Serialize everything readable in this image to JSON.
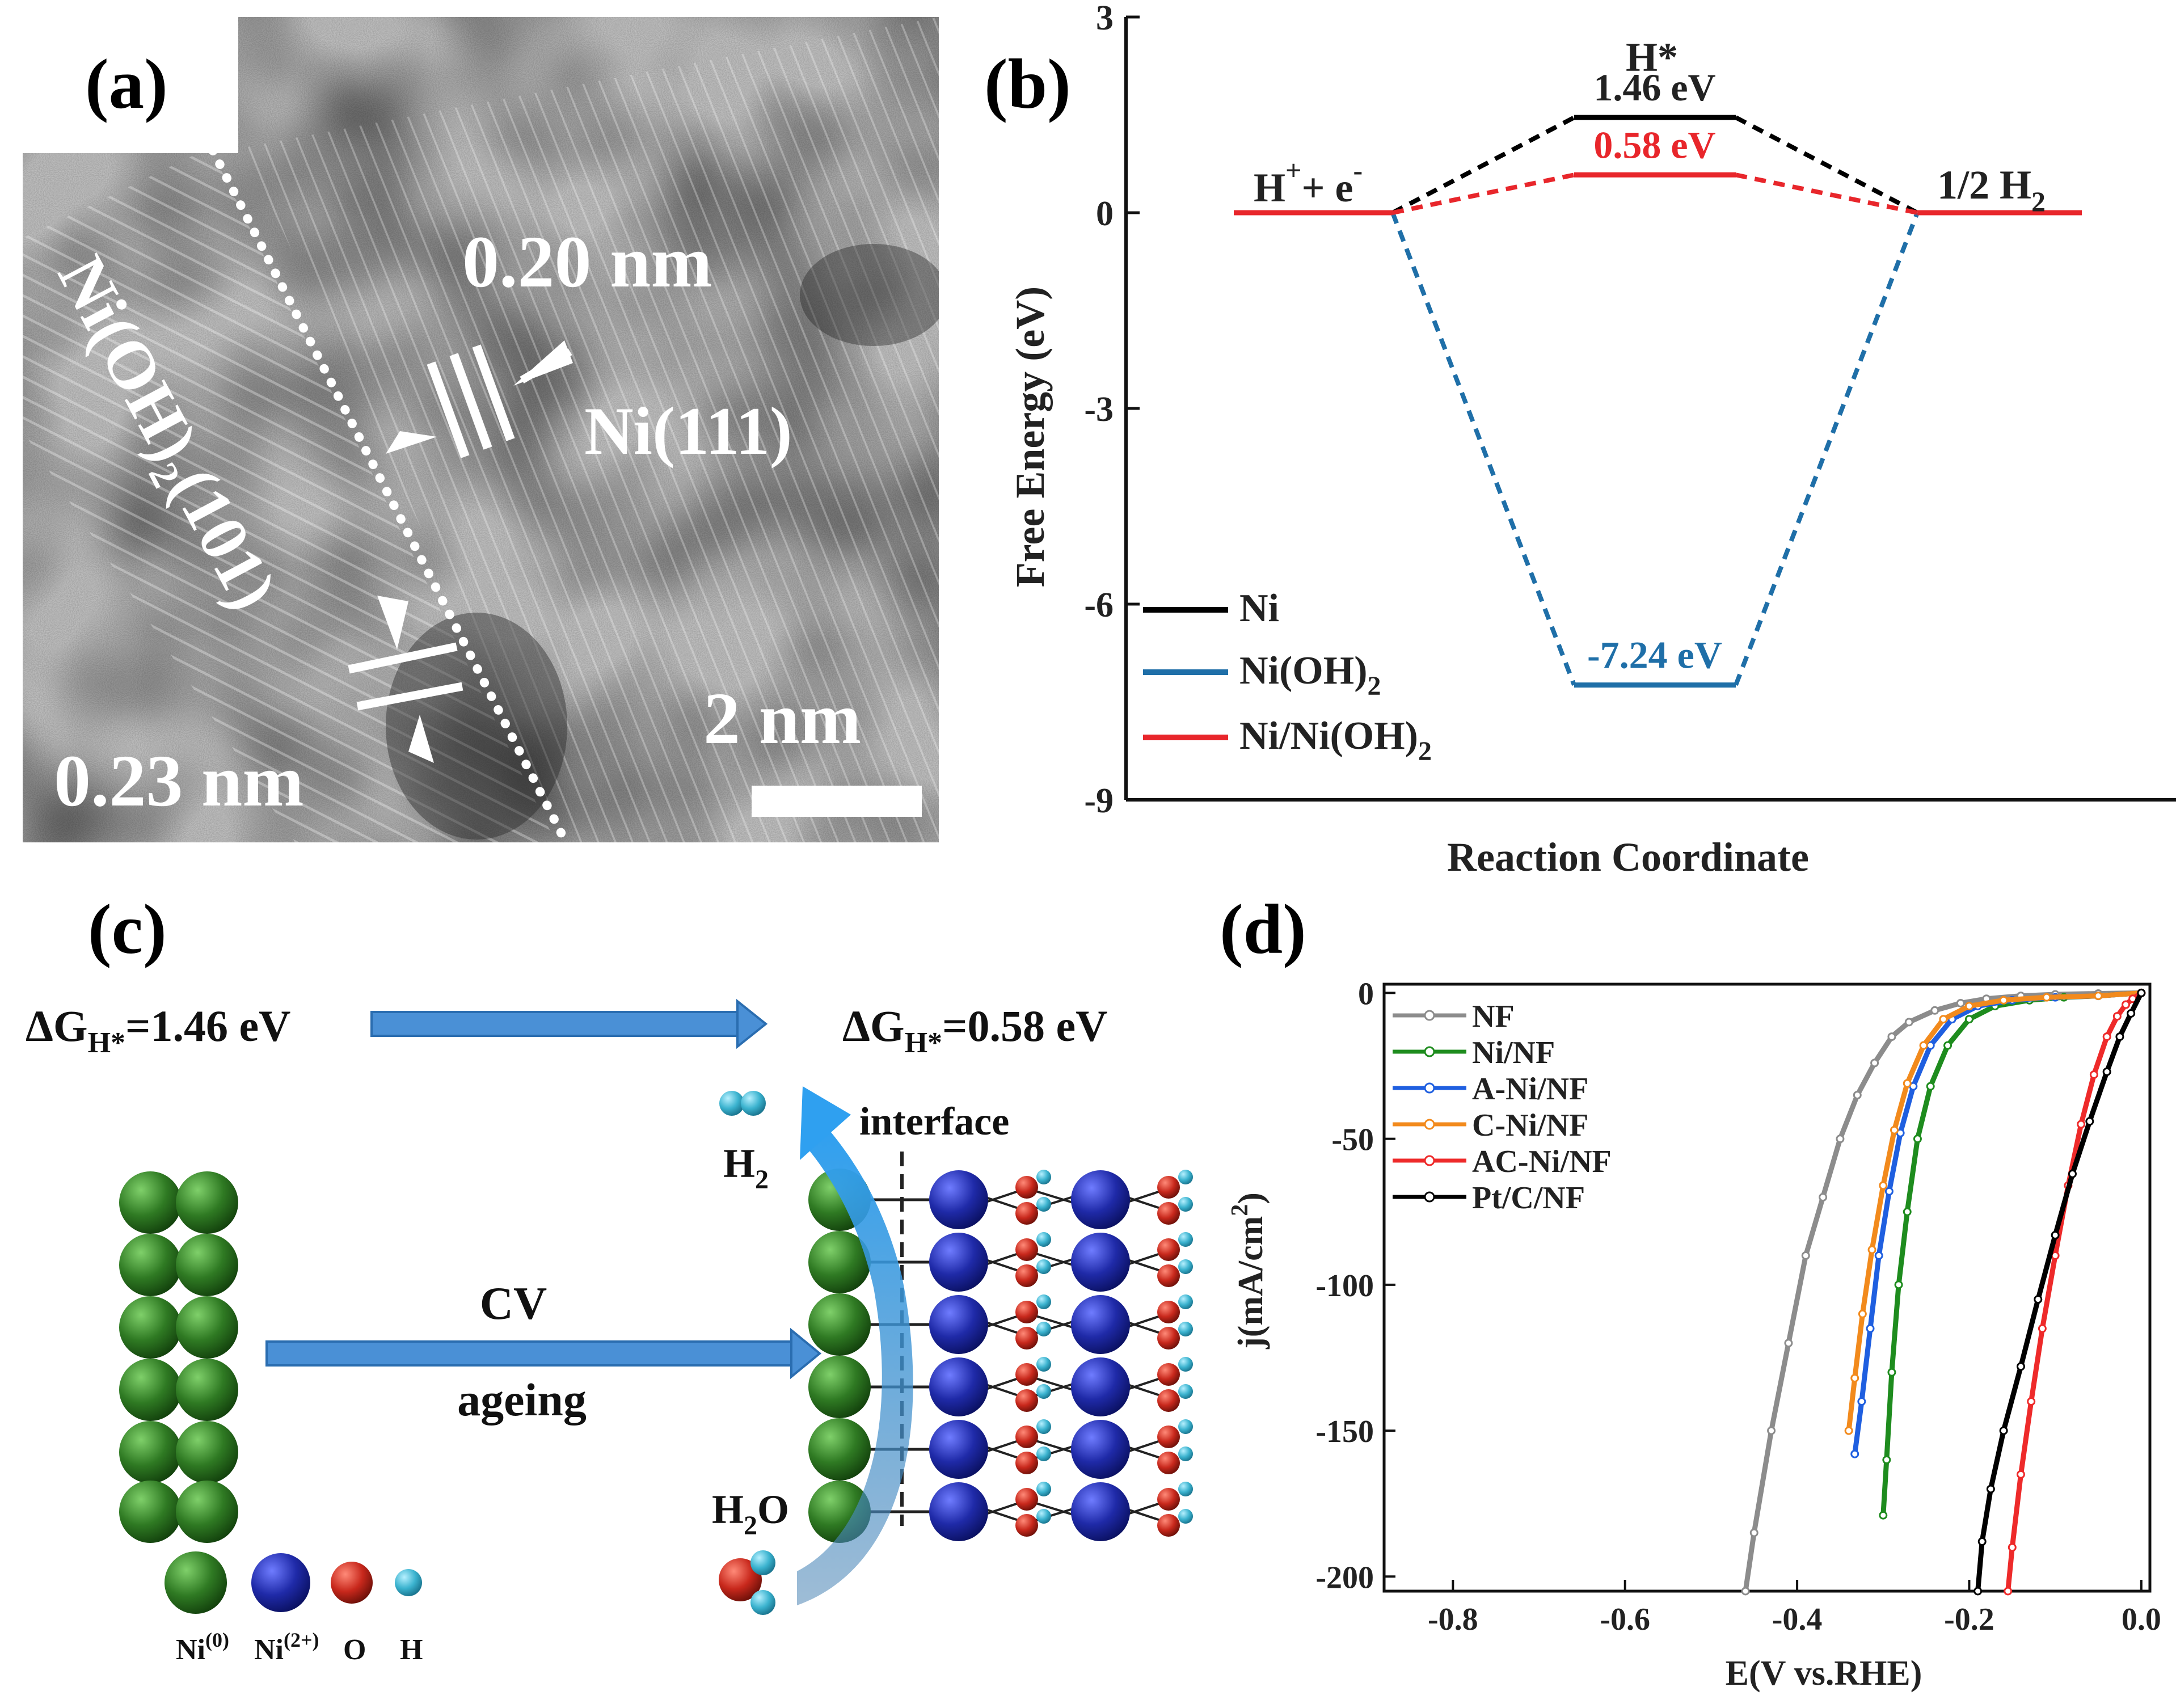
{
  "panels": {
    "a": {
      "label": "(a)",
      "spacing_ni": "0.20 nm",
      "plane_ni": "Ni(111)",
      "plane_niooh": "Ni(OH)₂(101)",
      "spacing_niooh": "0.23 nm",
      "scalebar": "2 nm"
    },
    "b": {
      "label": "(b)"
    },
    "c": {
      "label": "(c)",
      "dg_left_main": "ΔG",
      "dg_left_sub": "H*",
      "dg_left_val": "=1.46 eV",
      "dg_right_main": "ΔG",
      "dg_right_sub": "H*",
      "dg_right_val": "=0.58 eV",
      "interface": "interface",
      "h2_main": "H",
      "h2_sub": "2",
      "h2o_main": "H",
      "h2o_sub": "2",
      "h2o_end": "O",
      "cv": "CV",
      "ageing": "ageing",
      "legend_ni0_main": "Ni",
      "legend_ni0_sup": "(0)",
      "legend_ni2_main": "Ni",
      "legend_ni2_sup": "(2+)",
      "legend_o": "O",
      "legend_h": "H",
      "colors": {
        "ni0": "#2f7a23",
        "ni2": "#1f2aa8",
        "o": "#c8281c",
        "h": "#3bb3cf",
        "arrow": "#4a90d6"
      }
    },
    "d": {
      "label": "(d)"
    }
  },
  "chart_data": [
    {
      "panel": "b",
      "type": "line",
      "xlabel": "Reaction Coordinate",
      "ylabel": "Free Energy (eV)",
      "ylim": [
        -9,
        3
      ],
      "yticks": [
        "3",
        "0",
        "-3",
        "-6",
        "-9"
      ],
      "states": [
        "H⁺ + e⁻",
        "H*",
        "1/2 H₂"
      ],
      "state_labels": {
        "left_main": "H",
        "left_sup1": "+",
        "left_mid": "+ e",
        "left_sup2": "-",
        "top": "H*",
        "right_main": "1/2 H",
        "right_sub": "2"
      },
      "series": [
        {
          "name": "Ni",
          "color": "#000000",
          "values": [
            0,
            1.46,
            0
          ],
          "annotation": "1.46 eV"
        },
        {
          "name": "Ni(OH)₂",
          "color": "#1f6fa8",
          "values": [
            0,
            -7.24,
            0
          ],
          "annotation": "-7.24 eV"
        },
        {
          "name": "Ni/Ni(OH)₂",
          "color": "#e8262b",
          "values": [
            0,
            0.58,
            0
          ],
          "annotation": "0.58 eV"
        }
      ],
      "legend": [
        {
          "main": "Ni",
          "sub": "",
          "end": ""
        },
        {
          "main": "Ni(OH)",
          "sub": "2",
          "end": ""
        },
        {
          "main": "Ni/Ni(OH)",
          "sub": "2",
          "end": ""
        }
      ],
      "legend_position": "bottom-left"
    },
    {
      "panel": "d",
      "type": "line",
      "xlabel": "E(V vs.RHE)",
      "ylabel_main": "j(mA/cm",
      "ylabel_sup": "2",
      "ylabel_end": ")",
      "xlim": [
        -0.88,
        0.01
      ],
      "ylim": [
        -205,
        3
      ],
      "xticks": [
        -0.8,
        -0.6,
        -0.4,
        -0.2,
        0.0
      ],
      "xtick_labels": [
        "-0.8",
        "-0.6",
        "-0.4",
        "-0.2",
        "0.0"
      ],
      "yticks": [
        0,
        -50,
        -100,
        -150,
        -200
      ],
      "ytick_labels": [
        "0",
        "-50",
        "-100",
        "-150",
        "-200"
      ],
      "legend_position": "top-left",
      "series": [
        {
          "name": "NF",
          "color": "#8c8c8c",
          "marker": "circle",
          "x": [
            -0.46,
            -0.45,
            -0.43,
            -0.41,
            -0.39,
            -0.37,
            -0.35,
            -0.33,
            -0.31,
            -0.29,
            -0.27,
            -0.24,
            -0.21,
            -0.18,
            -0.14,
            -0.1,
            -0.05,
            0.0
          ],
          "y": [
            -205,
            -185,
            -150,
            -120,
            -90,
            -70,
            -50,
            -35,
            -24,
            -15,
            -10,
            -6,
            -3.5,
            -2,
            -1,
            -0.5,
            -0.2,
            0
          ]
        },
        {
          "name": "Ni/NF",
          "color": "#1e8c1e",
          "marker": "circle",
          "x": [
            -0.3,
            -0.296,
            -0.29,
            -0.282,
            -0.272,
            -0.26,
            -0.245,
            -0.225,
            -0.2,
            -0.17,
            -0.13,
            -0.09,
            -0.05,
            0.0
          ],
          "y": [
            -179,
            -160,
            -130,
            -100,
            -75,
            -50,
            -32,
            -18,
            -9,
            -4.5,
            -2.5,
            -1.5,
            -1,
            0
          ]
        },
        {
          "name": "A-Ni/NF",
          "color": "#1f5fe0",
          "marker": "circle",
          "x": [
            -0.333,
            -0.325,
            -0.315,
            -0.305,
            -0.293,
            -0.28,
            -0.265,
            -0.245,
            -0.22,
            -0.19,
            -0.15,
            -0.1,
            -0.05,
            0.0
          ],
          "y": [
            -158,
            -140,
            -115,
            -90,
            -68,
            -48,
            -32,
            -18,
            -9,
            -4.5,
            -2.5,
            -1.5,
            -1,
            0
          ]
        },
        {
          "name": "C-Ni/NF",
          "color": "#f28a1c",
          "marker": "circle",
          "x": [
            -0.34,
            -0.333,
            -0.324,
            -0.313,
            -0.3,
            -0.287,
            -0.272,
            -0.253,
            -0.23,
            -0.2,
            -0.16,
            -0.11,
            -0.05,
            0.0
          ],
          "y": [
            -150,
            -132,
            -110,
            -88,
            -66,
            -47,
            -31,
            -18,
            -9,
            -4.5,
            -2.5,
            -1.5,
            -1,
            0
          ]
        },
        {
          "name": "AC-Ni/NF",
          "color": "#ee2a2a",
          "marker": "circle",
          "x": [
            -0.155,
            -0.15,
            -0.14,
            -0.128,
            -0.115,
            -0.1,
            -0.085,
            -0.07,
            -0.055,
            -0.04,
            -0.028,
            -0.018,
            -0.01,
            0.0
          ],
          "y": [
            -205,
            -190,
            -165,
            -140,
            -115,
            -90,
            -66,
            -45,
            -28,
            -15,
            -8,
            -4,
            -2,
            0
          ]
        },
        {
          "name": "Pt/C/NF",
          "color": "#000000",
          "marker": "circle",
          "x": [
            -0.19,
            -0.185,
            -0.175,
            -0.16,
            -0.14,
            -0.12,
            -0.1,
            -0.08,
            -0.06,
            -0.04,
            -0.025,
            -0.012,
            0.0
          ],
          "y": [
            -205,
            -188,
            -170,
            -150,
            -128,
            -105,
            -83,
            -62,
            -44,
            -27,
            -15,
            -7,
            0
          ]
        }
      ]
    }
  ]
}
